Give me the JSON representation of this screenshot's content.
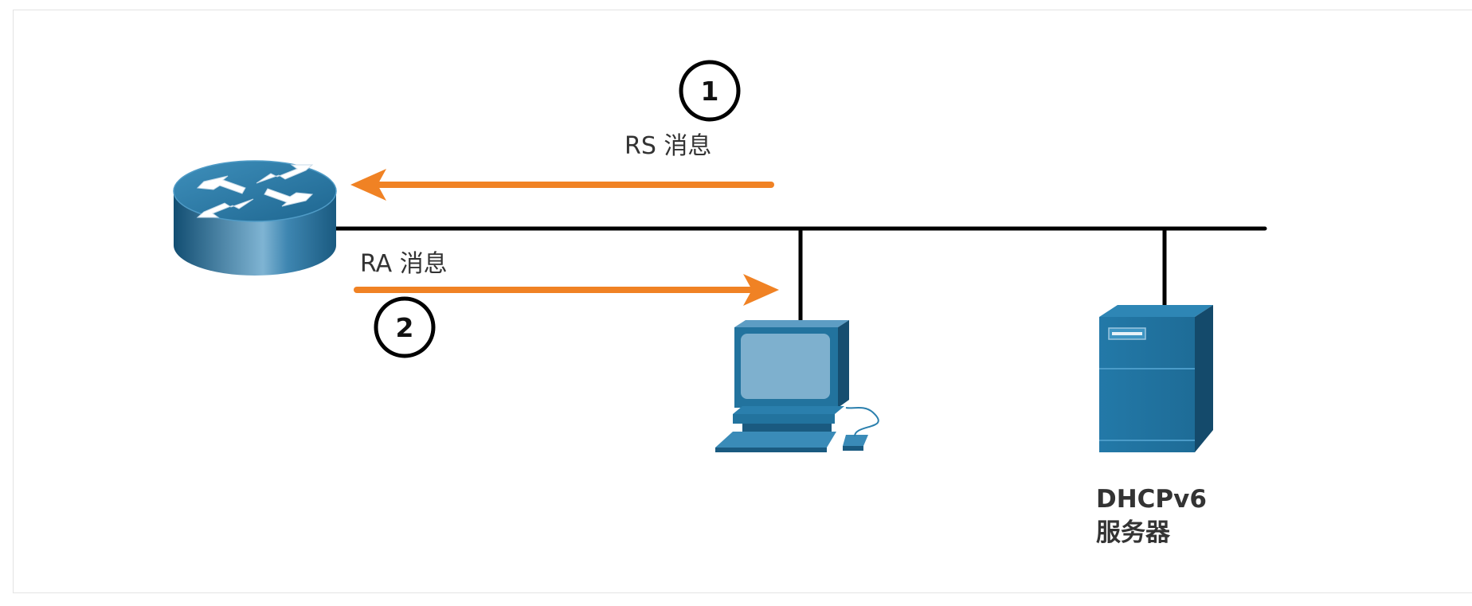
{
  "diagram": {
    "steps": [
      {
        "number": "1",
        "label": "RS 消息"
      },
      {
        "number": "2",
        "label": "RA 消息"
      }
    ],
    "server": {
      "line1": "DHCPv6",
      "line2": "服务器"
    },
    "colors": {
      "arrow": "#F08224",
      "link": "#000000",
      "device": "#22739E",
      "device_dark": "#1A5A80",
      "screen": "#7EB0CE",
      "text": "#333333"
    },
    "icons": [
      "router-icon",
      "pc-icon",
      "server-icon"
    ]
  }
}
